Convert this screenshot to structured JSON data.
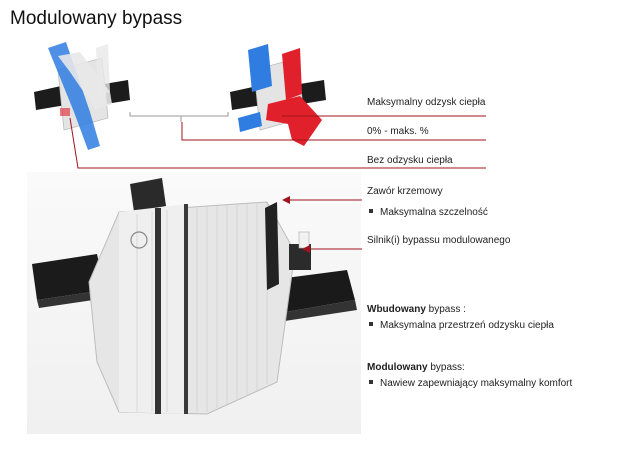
{
  "title": "Modulowany bypass",
  "colors": {
    "accent": "#a0141d",
    "airflow_hot": "#e0212b",
    "airflow_cold": "#2f7de1"
  },
  "labels": {
    "max_recovery": "Maksymalny odzysk ciepła",
    "range": "0% - maks. %",
    "no_recovery": "Bez odzysku ciepła",
    "valve": "Zawór krzemowy",
    "valve_bullet": "Maksymalna szczelność",
    "motor": "Silnik(i) bypassu modulowanego",
    "builtin_title_bold": "Wbudowany",
    "builtin_title_rest": " bypass :",
    "builtin_bullet": "Maksymalna przestrzeń odzysku ciepła",
    "modulated_title_bold": "Modulowany",
    "modulated_title_rest": " bypass:",
    "modulated_bullet": "Nawiew zapewniający maksymalny komfort"
  },
  "icons": [
    "airflow-arrows-icon",
    "bypass-unit-illustration",
    "heat-exchanger-illustration"
  ]
}
